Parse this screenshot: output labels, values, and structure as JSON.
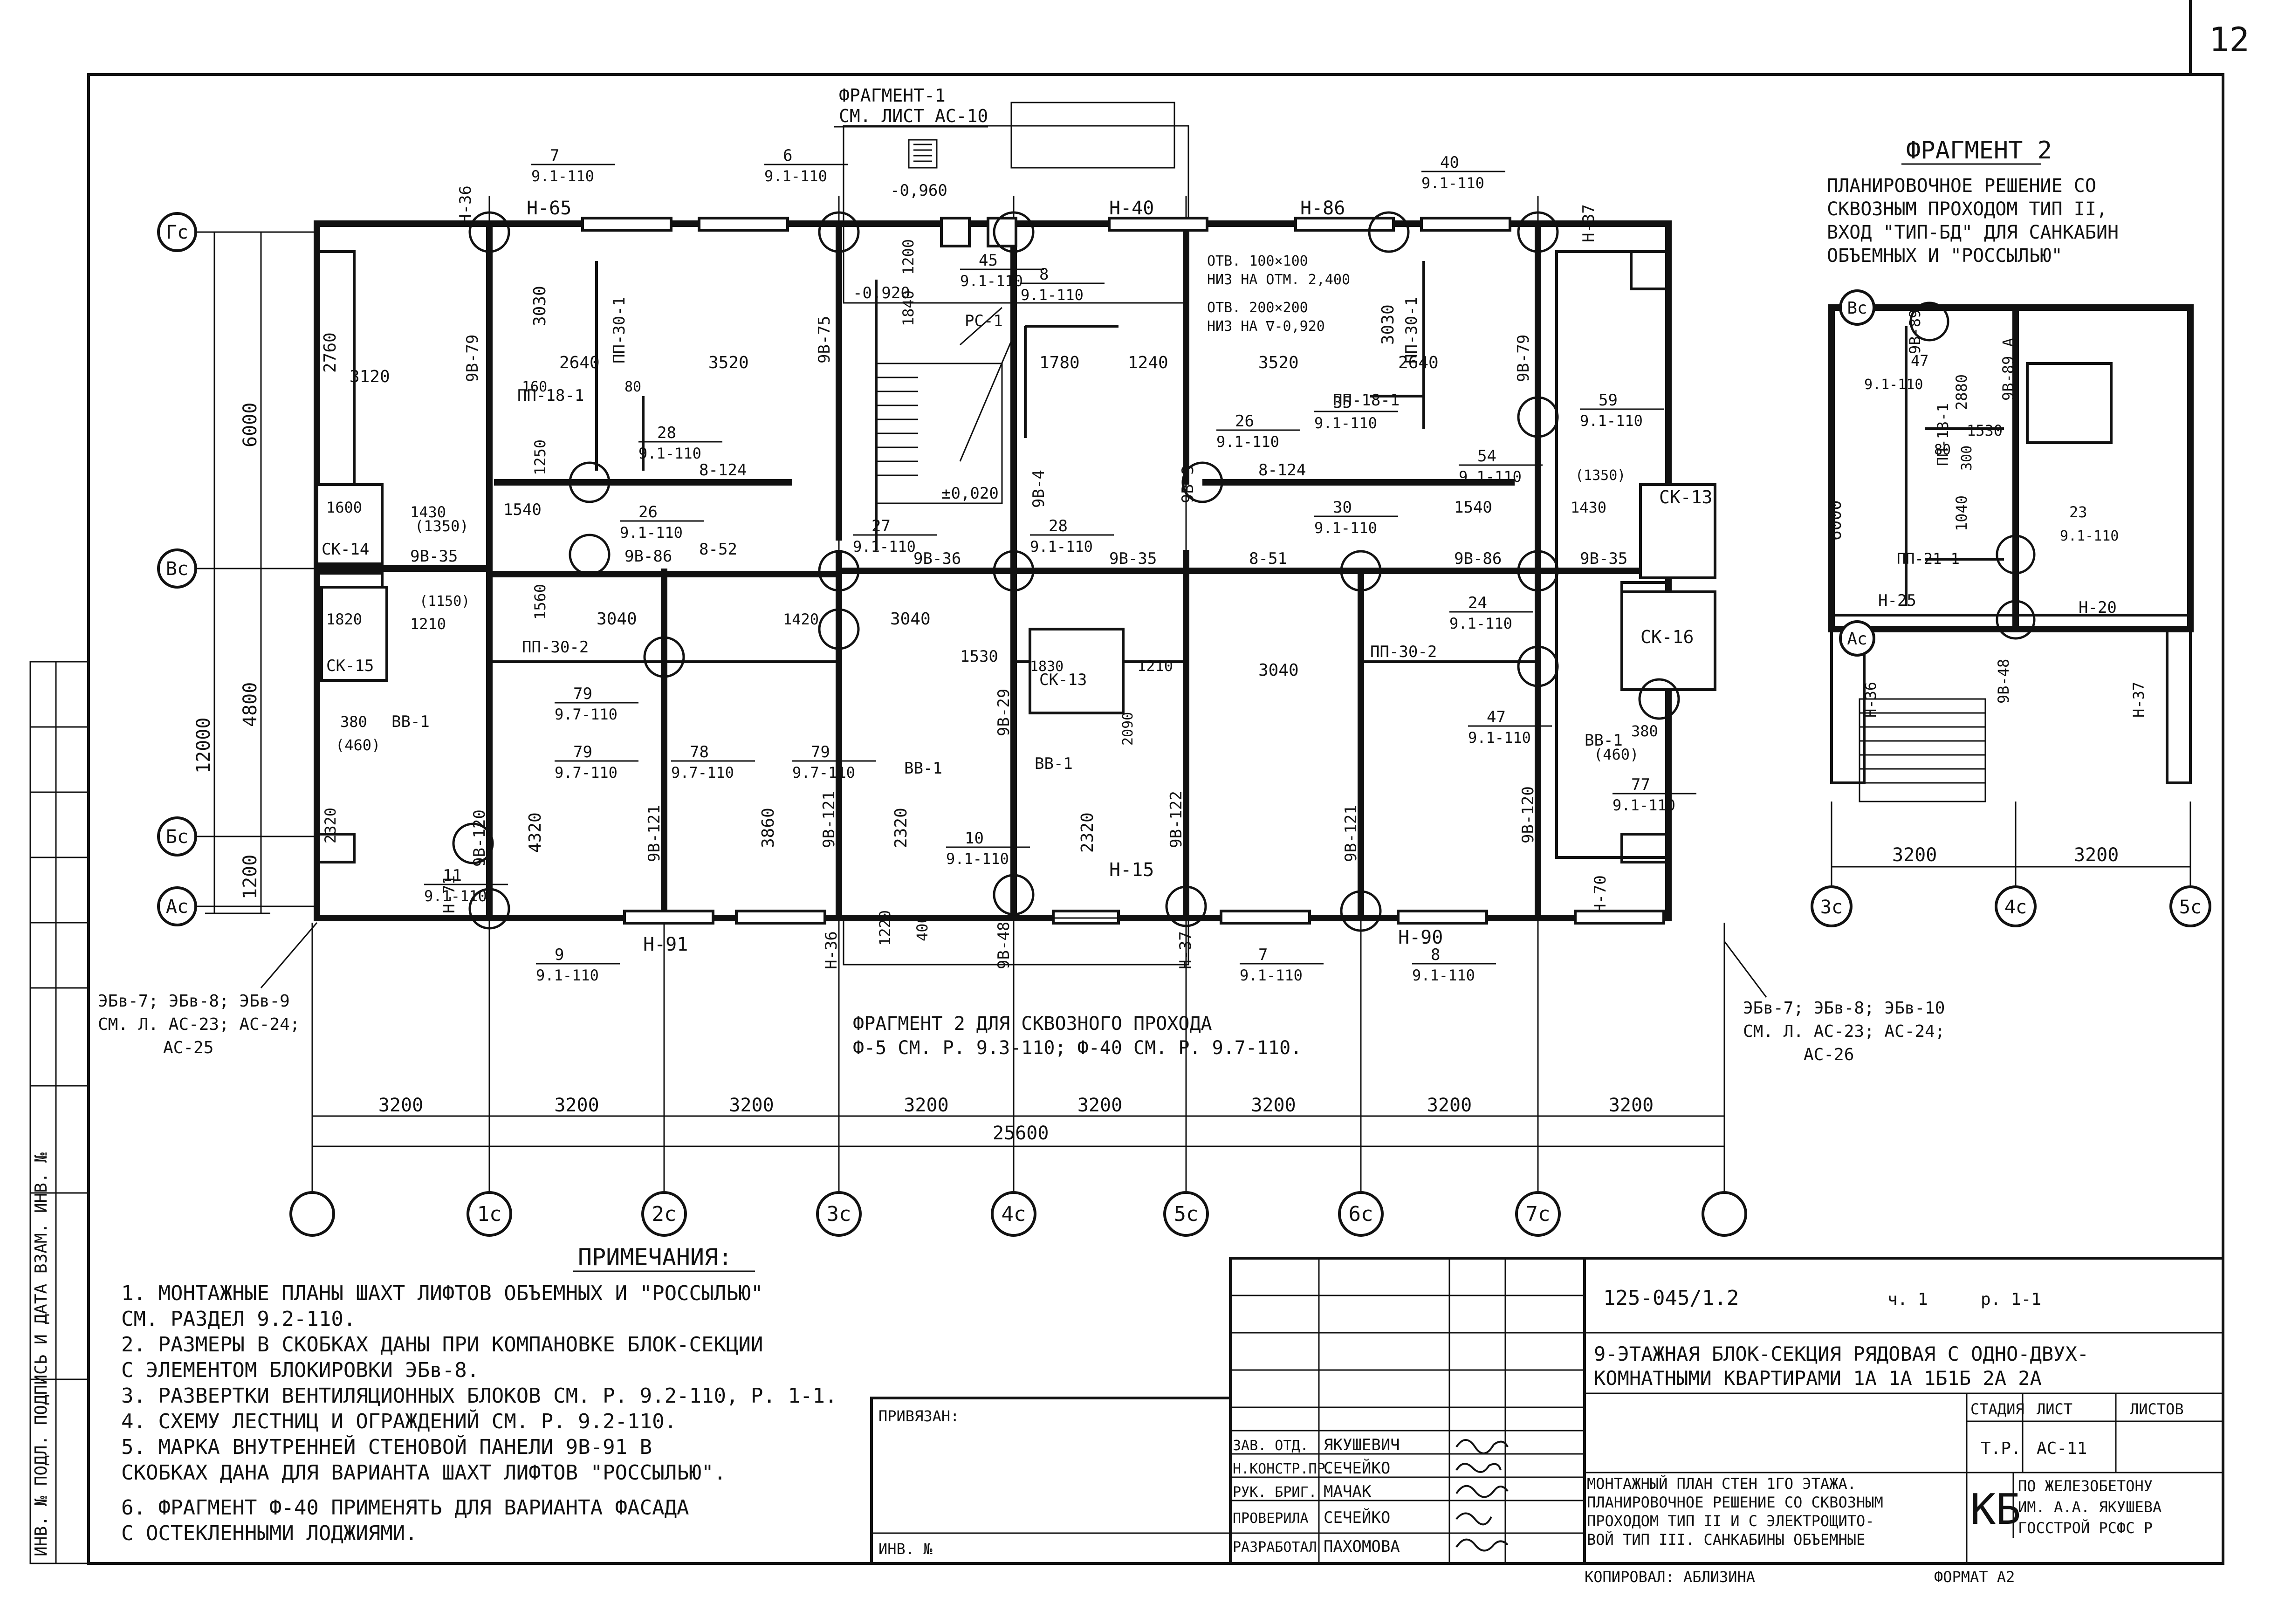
{
  "sheet": {
    "page_number": "12",
    "drawing_code": "125-045/1.2",
    "part": "ч. 1",
    "section": "р. 1-1"
  },
  "fragment1": {
    "title": "ФРАГМЕНТ-1",
    "ref": "СМ. ЛИСТ АС-10"
  },
  "axes": {
    "rows": [
      "Гс",
      "Вс",
      "Бс",
      "Ас"
    ],
    "columns": [
      "",
      "1с",
      "2с",
      "3с",
      "4с",
      "5с",
      "6с",
      "7с",
      ""
    ],
    "spans": [
      "3200",
      "3200",
      "3200",
      "3200",
      "3200",
      "3200",
      "3200",
      "3200"
    ],
    "total": "25600",
    "left_dims": [
      "6000",
      "12000",
      "4800",
      "1200"
    ]
  },
  "plan_labels": {
    "top_panels": [
      "Н-65",
      "Н-40",
      "Н-86",
      "Н-36",
      "Н-37"
    ],
    "bottom_panels": [
      "Н-91",
      "Н-15",
      "Н-90",
      "Н-36",
      "Н-37",
      "Н-70",
      "Н-71"
    ],
    "partitions": [
      "ПП-30-1",
      "ПП-18-1",
      "ПП-30-2",
      "ПП-18-1",
      "ПП-30-1",
      "ПП-30-2"
    ],
    "walls": [
      "9В-79",
      "9В-75",
      "9В-4",
      "9В-3",
      "9В-79",
      "8-124",
      "8-124",
      "9В-35",
      "9В-86",
      "8-52",
      "9В-36",
      "9В-35",
      "8-51",
      "9В-86",
      "9В-35",
      "9В-120",
      "9В-121",
      "9В-121",
      "9В-29",
      "9В-122",
      "9В-121",
      "9В-120",
      "9В-48",
      "ВВ-1",
      "ВВ-1",
      "ВВ-1",
      "ВВ-1"
    ],
    "sanitary": [
      "СК-14",
      "СК-15",
      "СК-13",
      "СК-16",
      "СК-13"
    ],
    "nodes": [
      {
        "n": "7",
        "ref": "9.1-110"
      },
      {
        "n": "6",
        "ref": "9.1-110"
      },
      {
        "n": "40",
        "ref": "9.1-110"
      },
      {
        "n": "45",
        "ref": "9.1-110"
      },
      {
        "n": "8",
        "ref": "9.1-110"
      },
      {
        "n": "26",
        "ref": "9.1-110"
      },
      {
        "n": "35",
        "ref": "9.1-110"
      },
      {
        "n": "54",
        "ref": "9.1-110"
      },
      {
        "n": "59",
        "ref": "9.1-110"
      },
      {
        "n": "28",
        "ref": "9.1-110"
      },
      {
        "n": "26",
        "ref": "9.1-110"
      },
      {
        "n": "27",
        "ref": "9.1-110"
      },
      {
        "n": "28",
        "ref": "9.1-110"
      },
      {
        "n": "30",
        "ref": "9.1-110"
      },
      {
        "n": "24",
        "ref": "9.1-110"
      },
      {
        "n": "47",
        "ref": "9.1-110"
      },
      {
        "n": "79",
        "ref": "9.7-110"
      },
      {
        "n": "79",
        "ref": "9.7-110"
      },
      {
        "n": "78",
        "ref": "9.7-110"
      },
      {
        "n": "79",
        "ref": "9.7-110"
      },
      {
        "n": "10",
        "ref": "9.1-110"
      },
      {
        "n": "77",
        "ref": "9.1-110"
      },
      {
        "n": "11",
        "ref": "9.1-110"
      },
      {
        "n": "9",
        "ref": "9.1-110"
      },
      {
        "n": "7",
        "ref": "9.1-110"
      },
      {
        "n": "8",
        "ref": "9.1-110"
      }
    ],
    "dims": [
      "3120",
      "2760",
      "2640",
      "3520",
      "1780",
      "1240",
      "3520",
      "2640",
      "3030",
      "3030",
      "1540",
      "1540",
      "1430",
      "1430",
      "1600",
      "(1350)",
      "3040",
      "3040",
      "3040",
      "1530",
      "1210",
      "1210",
      "1820",
      "4320",
      "3860",
      "2320",
      "2320",
      "2320",
      "1220",
      "1840",
      "1200",
      "400",
      "160",
      "80",
      "(1150)",
      "(1350)",
      "380",
      "(460)",
      "380",
      "(460)",
      "1830",
      "2090",
      "1420",
      "1560",
      "1250"
    ],
    "openings": [
      "ОТВ. 100×100",
      "НИЗ НА ОТМ. 2,400",
      "ОТВ. 200×200",
      "НИЗ НА ∇-0,920"
    ],
    "levels": [
      "-0,960",
      "-0,920",
      "±0,020"
    ],
    "stair": "РС-1",
    "left_callout": [
      "ЭБв-7; ЭБв-8; ЭБв-9",
      "СМ. Л. АС-23; АС-24;",
      "АС-25"
    ],
    "right_callout": [
      "ЭБв-7; ЭБв-8; ЭБв-10",
      "СМ. Л. АС-23; АС-24;",
      "АС-26"
    ],
    "fragment2_note": [
      "ФРАГМЕНТ 2 ДЛЯ СКВОЗНОГО ПРОХОДА",
      "Ф-5 СМ. Р. 9.3-110; Ф-40 СМ. Р. 9.7-110."
    ]
  },
  "fragment2": {
    "title": "ФРАГМЕНТ 2",
    "desc": [
      "ПЛАНИРОВОЧНОЕ РЕШЕНИЕ СО",
      "СКВОЗНЫМ ПРОХОДОМ ТИП II,",
      "ВХОД \"ТИП-БД\" ДЛЯ САНКАБИН",
      "ОБЪЕМНЫХ И \"РОССЫЛЬЮ\""
    ],
    "rows": [
      "Вс",
      "Ас"
    ],
    "columns": [
      "3с",
      "4с",
      "5с"
    ],
    "spans": [
      "3200",
      "3200"
    ],
    "left_dim": "6000",
    "labels": [
      "ПП-13-1",
      "ПП-21-1",
      "9В-89",
      "9В-89 А",
      "9В-48",
      "Н-25",
      "Н-20",
      "Н-36",
      "Н-37",
      "2880",
      "1530",
      "1040",
      "300",
      "80"
    ],
    "nodes": [
      {
        "n": "47",
        "ref": "9.1-110"
      },
      {
        "n": "23",
        "ref": "9.1-110"
      }
    ]
  },
  "notes": {
    "title": "ПРИМЕЧАНИЯ:",
    "items": [
      "1. МОНТАЖНЫЕ ПЛАНЫ ШАХТ ЛИФТОВ ОБЪЕМНЫХ И \"РОССЫЛЬЮ\"",
      "    СМ. РАЗДЕЛ 9.2-110.",
      "2. РАЗМЕРЫ В СКОБКАХ ДАНЫ ПРИ КОМПАНОВКЕ БЛОК-СЕКЦИИ",
      "    С ЭЛЕМЕНТОМ БЛОКИРОВКИ ЭБв-8.",
      "3. РАЗВЕРТКИ ВЕНТИЛЯЦИОННЫХ БЛОКОВ СМ. Р. 9.2-110, Р. 1-1.",
      "4. СХЕМУ ЛЕСТНИЦ И ОГРАЖДЕНИЙ СМ. Р. 9.2-110.",
      "5. МАРКА ВНУТРЕННЕЙ СТЕНОВОЙ ПАНЕЛИ 9В-91 В",
      "    СКОБКАХ ДАНА ДЛЯ ВАРИАНТА ШАХТ ЛИФТОВ \"РОССЫЛЬЮ\".",
      "6. ФРАГМЕНТ Ф-40 ПРИМЕНЯТЬ ДЛЯ ВАРИАНТА ФАСАДА",
      "    С ОСТЕКЛЕННЫМИ ЛОДЖИЯМИ."
    ]
  },
  "title_block": {
    "title_lines": [
      "9-ЭТАЖНАЯ БЛОК-СЕКЦИЯ РЯДОВАЯ С ОДНО-ДВУХ-",
      "КОМНАТНЫМИ КВАРТИРАМИ 1А 1А 1Б1Б 2А 2А"
    ],
    "sheet_desc": [
      "МОНТАЖНЫЙ ПЛАН СТЕН 1ГО ЭТАЖА.",
      "ПЛАНИРОВОЧНОЕ РЕШЕНИЕ СО СКВОЗНЫМ",
      "ПРОХОДОМ ТИП II И С ЭЛЕКТРОЩИТО-",
      "ВОЙ ТИП III. САНКАБИНЫ ОБЪЕМНЫЕ"
    ],
    "stage_header": [
      "СТАДИЯ",
      "ЛИСТ",
      "ЛИСТОВ"
    ],
    "stage_values": [
      "Т.Р.",
      "АС-11",
      ""
    ],
    "org_code": "КБ",
    "org_lines": [
      "ПО ЖЕЛЕЗОБЕТОНУ",
      "ИМ. А.А. ЯКУШЕВА",
      "ГОССТРОЙ РСФС Р"
    ],
    "privyazan": "ПРИВЯЗАН:",
    "inv": "ИНВ. №",
    "roles": [
      "ЗАВ. ОТД.",
      "Н.КОНСТР.ПР.",
      "РУК. БРИГ.",
      "ПРОВЕРИЛА",
      "РАЗРАБОТАЛ"
    ],
    "names": [
      "ЯКУШЕВИЧ",
      "СЕЧЕЙКО",
      "МАЧАК",
      "СЕЧЕЙКО",
      "ПАХОМОВА"
    ],
    "kopiroval": "КОПИРОВАЛ: АБЛИЗИНА",
    "bottom_code": "ФОРМАТ А2"
  },
  "margin_stamp": "ИНВ. № ПОДЛ.  ПОДПИСЬ И ДАТА  ВЗАМ. ИНВ. №"
}
